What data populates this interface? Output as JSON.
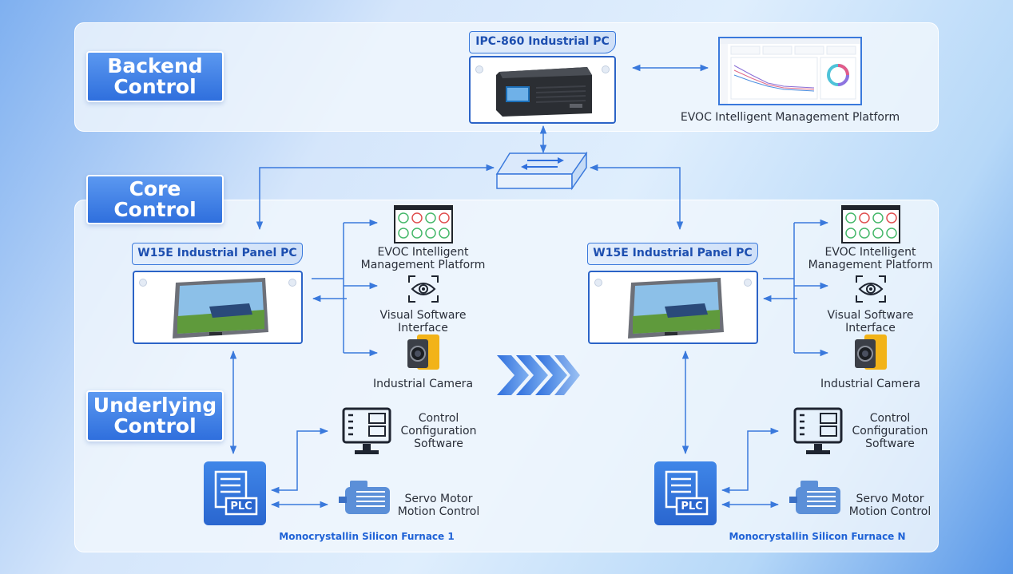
{
  "levels": {
    "backend": "Backend\nControl",
    "core": "Core\nControl",
    "underlying": "Underlying\nControl"
  },
  "backend": {
    "ipc_title": "IPC-860 Industrial PC",
    "platform_caption": "EVOC Intelligent Management Platform"
  },
  "left_unit": {
    "panel_title": "W15E Industrial Panel PC",
    "platform_caption": "EVOC Intelligent\nManagement Platform",
    "visual_caption": "Visual Software Interface",
    "camera_caption": "Industrial Camera",
    "config_caption": "Control\nConfiguration\nSoftware",
    "servo_caption": "Servo Motor\nMotion Control",
    "plc_label": "PLC",
    "furnace_caption": "Monocrystallin Silicon Furnace 1"
  },
  "right_unit": {
    "panel_title": "W15E Industrial Panel PC",
    "platform_caption": "EVOC Intelligent\nManagement Platform",
    "visual_caption": "Visual Software Interface",
    "camera_caption": "Industrial Camera",
    "config_caption": "Control\nConfiguration\nSoftware",
    "servo_caption": "Servo Motor\nMotion Control",
    "plc_label": "PLC",
    "furnace_caption": "Monocrystallin Silicon Furnace N"
  },
  "colors": {
    "accent": "#2f6fdd",
    "connector": "#3a79dc",
    "furnace_text": "#1f62d6",
    "camera_yellow": "#f2b318"
  }
}
